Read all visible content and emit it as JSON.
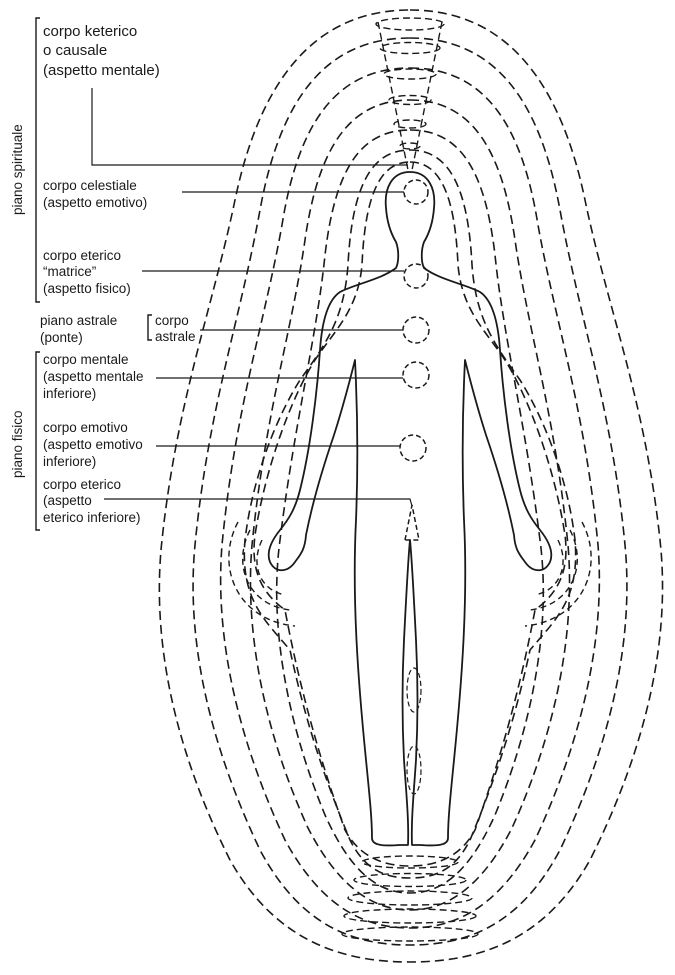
{
  "side_labels": {
    "spiritual": "piano spirituale",
    "physical": "piano fisico"
  },
  "labels": {
    "keteric": [
      "corpo keterico",
      "o causale",
      "(aspetto mentale)"
    ],
    "celestial": [
      "corpo celestiale",
      "(aspetto emotivo)"
    ],
    "etheric_template": [
      "corpo eterico",
      "“matrice”",
      "(aspetto fisico)"
    ],
    "astral_plane": [
      "piano astrale",
      "(ponte)"
    ],
    "astral_body": [
      "corpo",
      "astrale"
    ],
    "mental": [
      "corpo mentale",
      "(aspetto mentale",
      "inferiore)"
    ],
    "emotional": [
      "corpo emotivo",
      "(aspetto emotivo",
      "inferiore)"
    ],
    "etheric": [
      "corpo eterico",
      "(aspetto",
      "eterico inferiore)"
    ]
  },
  "colors": {
    "ink": "#1a1a1a",
    "background": "#ffffff"
  }
}
